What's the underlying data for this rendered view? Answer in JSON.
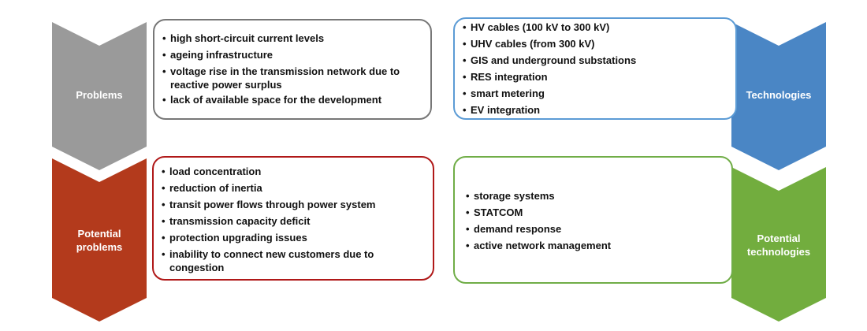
{
  "colors": {
    "problems": "#9a9a9a",
    "potential_problems": "#b33a1c",
    "technologies": "#4a86c5",
    "potential_technologies": "#72ad3e",
    "problems_border": "#777777",
    "potential_problems_border": "#b01818",
    "technologies_border": "#5b9bd5",
    "potential_technologies_border": "#70ad47"
  },
  "problems": {
    "label": "Problems",
    "items": [
      "high short-circuit current levels",
      "ageing infrastructure",
      "voltage rise in the transmission network due to reactive power surplus",
      "lack of available space for the development"
    ]
  },
  "potential_problems": {
    "label_line1": "Potential",
    "label_line2": "problems",
    "items": [
      "load concentration",
      "reduction of inertia",
      "transit power flows through power system",
      "transmission capacity deficit",
      "protection upgrading issues",
      "inability to connect new customers due to congestion"
    ]
  },
  "technologies": {
    "label": "Technologies",
    "items": [
      "HV cables (100 kV to 300 kV)",
      "UHV cables (from 300 kV)",
      "GIS and underground substations",
      "RES integration",
      "smart metering",
      "EV integration"
    ]
  },
  "potential_technologies": {
    "label_line1": "Potential",
    "label_line2": "technologies",
    "items": [
      "storage systems",
      "STATCOM",
      "demand response",
      "active network management"
    ]
  }
}
